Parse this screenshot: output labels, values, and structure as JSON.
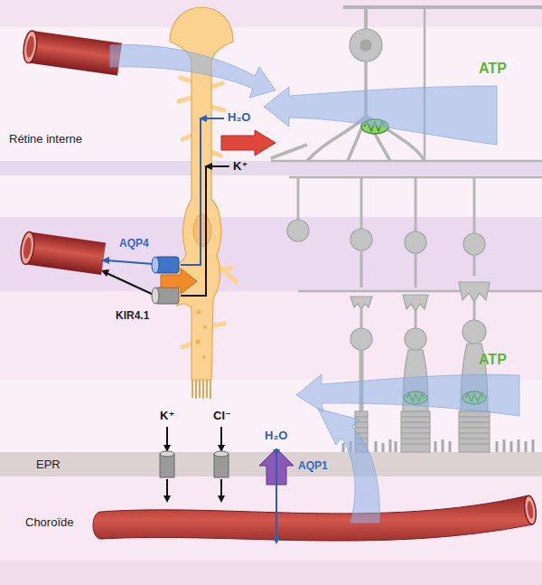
{
  "diagram": {
    "labels": [
      "H₂O",
      "Rétine interne",
      "K⁺",
      "ATP",
      "AQP4",
      "KIR4.1",
      "ATP",
      "K⁺",
      "Cl⁻",
      "H₂O",
      "EPR",
      "AQP1",
      "Choroïde"
    ]
  }
}
